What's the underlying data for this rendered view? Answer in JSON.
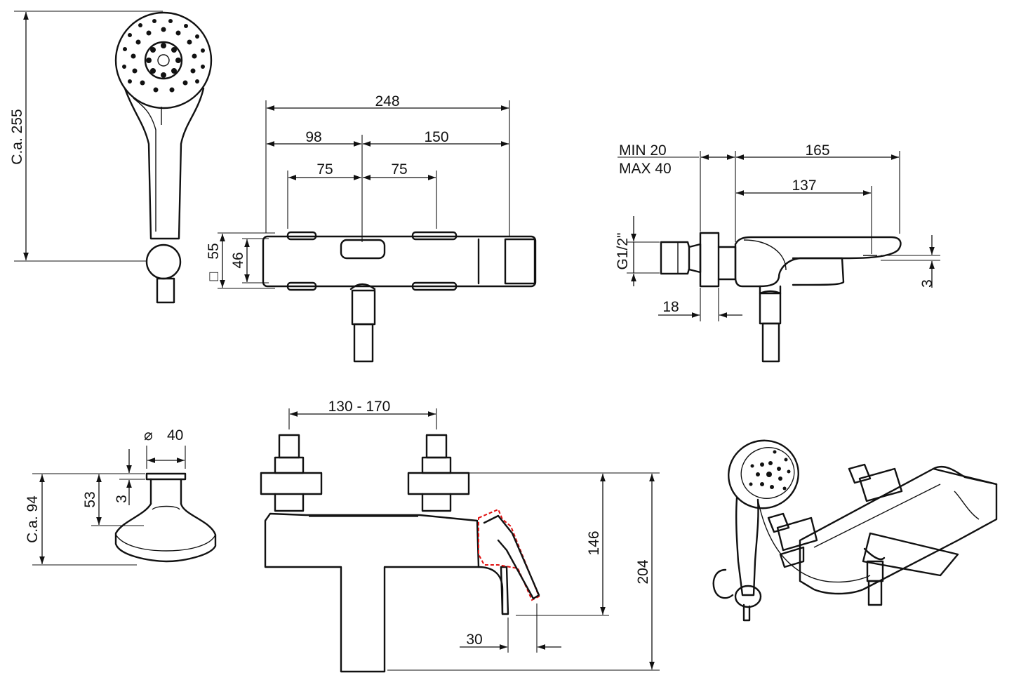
{
  "dimensions": {
    "hand_shower_length": "C.a. 255",
    "total_width": "248",
    "left_to_axis": "98",
    "axis_to_right": "150",
    "handle_left_offset": "75",
    "handle_right_offset": "75",
    "body_square_outer": "55",
    "body_square_inner": "46",
    "square_symbol": "□",
    "wall_min": "MIN 20",
    "wall_max": "MAX 40",
    "projection_165": "165",
    "projection_137": "137",
    "thread": "G1/2\"",
    "spout_drop": "3",
    "flange_18": "18",
    "diameter_symbol": "⌀",
    "shower_head_diameter": "40",
    "shower_head_height": "C.a. 94",
    "shower_neck_height": "53",
    "shower_top_step": "3",
    "inlet_centers": "130 - 170",
    "height_146": "146",
    "height_204": "204",
    "spout_offset_30": "30"
  },
  "colors": {
    "line": "#111111",
    "highlight": "#e01010",
    "background": "#ffffff"
  }
}
